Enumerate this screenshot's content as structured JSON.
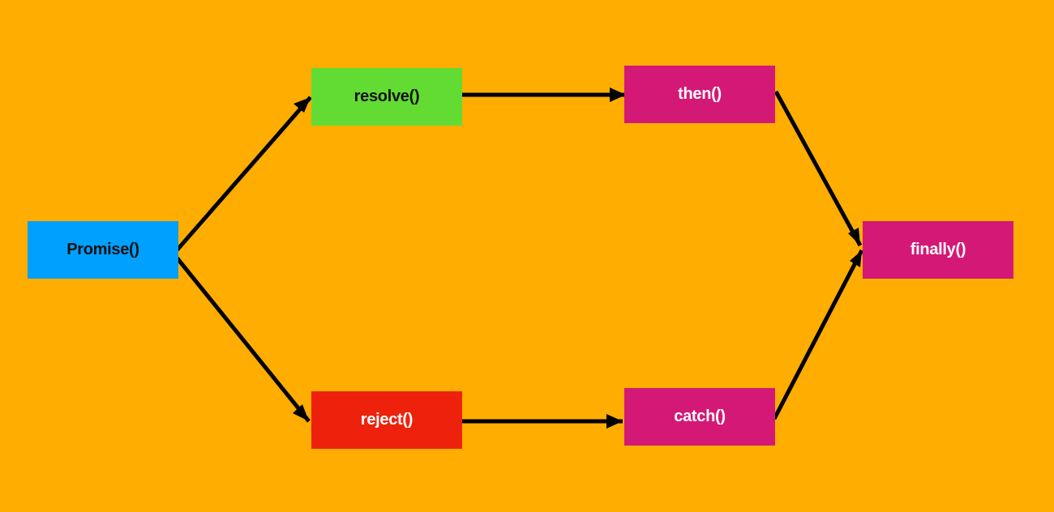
{
  "colors": {
    "background": "#FFAD00",
    "arrow": "#000000"
  },
  "nodes": {
    "promise": {
      "label": "Promise()",
      "fill": "#00A0FF",
      "text": "#111111"
    },
    "resolve": {
      "label": "resolve()",
      "fill": "#62DC33",
      "text": "#111111"
    },
    "reject": {
      "label": "reject()",
      "fill": "#EE220C",
      "text": "#FFFFFF"
    },
    "then": {
      "label": "then()",
      "fill": "#D41876",
      "text": "#FFFFFF"
    },
    "catch": {
      "label": "catch()",
      "fill": "#D41876",
      "text": "#FFFFFF"
    },
    "finally": {
      "label": "finally()",
      "fill": "#D41876",
      "text": "#FFFFFF"
    }
  },
  "edges": [
    {
      "from": "promise",
      "to": "resolve"
    },
    {
      "from": "promise",
      "to": "reject"
    },
    {
      "from": "resolve",
      "to": "then"
    },
    {
      "from": "reject",
      "to": "catch"
    },
    {
      "from": "then",
      "to": "finally"
    },
    {
      "from": "catch",
      "to": "finally"
    }
  ]
}
